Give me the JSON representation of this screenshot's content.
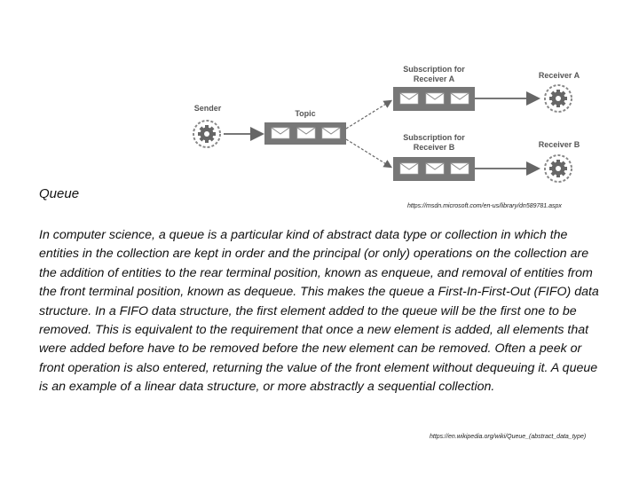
{
  "diagram": {
    "sender_label": "Sender",
    "topic_label": "Topic",
    "subscription_a_line1": "Subscription for",
    "subscription_a_line2": "Receiver A",
    "subscription_b_line1": "Subscription for",
    "subscription_b_line2": "Receiver B",
    "receiver_a_label": "Receiver A",
    "receiver_b_label": "Receiver B",
    "icons": [
      "gear-icon",
      "envelope-icon"
    ],
    "colors": {
      "box_fill": "#7a7a7a",
      "arrow": "#777777",
      "label": "#555555"
    }
  },
  "source_caption_top": "https://msdn.microsoft.com/en-us/library/dn589781.aspx",
  "slide": {
    "title": "Queue",
    "body": "In computer science, a queue is a particular kind of abstract data type or collection in which the entities in the collection are kept in order and the principal (or only) operations on the collection are the addition of entities to the rear terminal position, known as enqueue, and removal of entities from the front terminal position, known as dequeue. This makes the queue a First-In-First-Out (FIFO) data structure. In a FIFO data structure, the first element added to the queue will be the first one to be removed. This is equivalent to the requirement that once a new element is added, all elements that were added before have to be removed before the new element can be removed. Often a peek or front operation is also entered, returning the value of the front element without dequeuing it. A queue is an example of a linear data structure, or more abstractly a sequential collection."
  },
  "source_caption_bottom": "https://en.wikipedia.org/wiki/Queue_(abstract_data_type)"
}
